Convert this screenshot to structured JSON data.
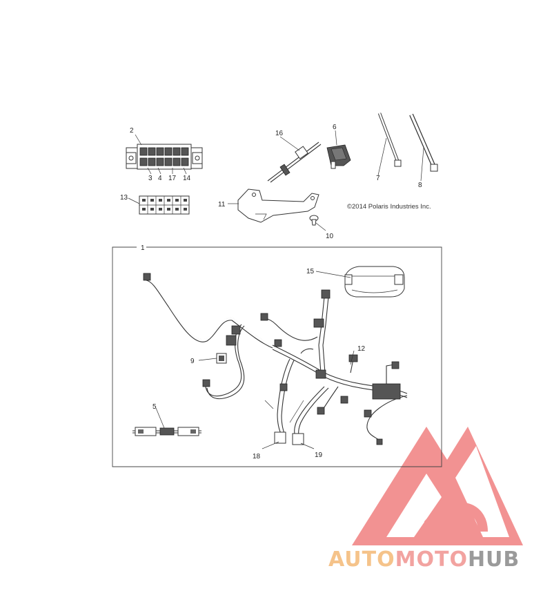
{
  "callouts": {
    "c1": "1",
    "c2": "2",
    "c3": "3",
    "c4": "4",
    "c5": "5",
    "c6": "6",
    "c7": "7",
    "c8": "8",
    "c9": "9",
    "c10": "10",
    "c11": "11",
    "c12": "12",
    "c13": "13",
    "c14": "14",
    "c15": "15",
    "c16": "16",
    "c17": "17",
    "c18": "18",
    "c19": "19"
  },
  "copyright": "©2014 Polaris Industries Inc.",
  "watermark": {
    "part1": "AUTO",
    "part2": "MOTO",
    "part3": "HUB",
    "colors": {
      "auto": "#f5c38a",
      "moto": "#f2a3a0",
      "hub": "#9a9a9a",
      "triangle": "#f08080"
    }
  }
}
